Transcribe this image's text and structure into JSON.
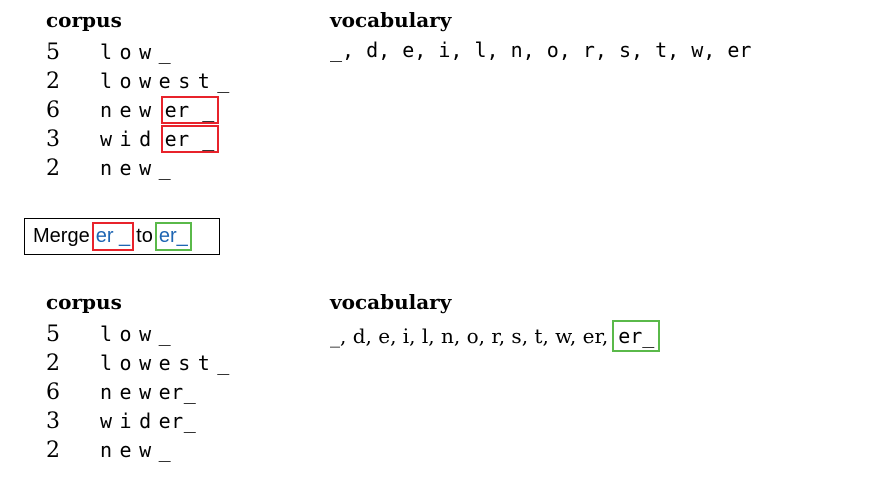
{
  "top": {
    "corpus_header": "corpus",
    "vocab_header": "vocabulary",
    "rows": [
      {
        "count": "5",
        "tokens": [
          "l",
          "o",
          "w",
          "_"
        ]
      },
      {
        "count": "2",
        "tokens": [
          "l",
          "o",
          "w",
          "e",
          "s",
          "t",
          "_"
        ]
      },
      {
        "count": "6",
        "tokens": [
          "n",
          "e",
          "w"
        ],
        "boxed": "er _"
      },
      {
        "count": "3",
        "tokens": [
          "w",
          "i",
          "d"
        ],
        "boxed": "er _"
      },
      {
        "count": "2",
        "tokens": [
          "n",
          "e",
          "w",
          "_"
        ]
      }
    ],
    "vocab": "_, d, e, i, l, n, o, r, s, t, w, er"
  },
  "merge": {
    "word": "Merge",
    "from": "er _",
    "to_word": "to",
    "to": "er_"
  },
  "bottom": {
    "corpus_header": "corpus",
    "vocab_header": "vocabulary",
    "rows": [
      {
        "count": "5",
        "tokens": [
          "l",
          "o",
          "w",
          "_"
        ]
      },
      {
        "count": "2",
        "tokens": [
          "l",
          "o",
          "w",
          "e",
          "s",
          "t",
          "_"
        ]
      },
      {
        "count": "6",
        "tokens": [
          "n",
          "e",
          "w",
          "er_"
        ]
      },
      {
        "count": "3",
        "tokens": [
          "w",
          "i",
          "d",
          "er_"
        ]
      },
      {
        "count": "2",
        "tokens": [
          "n",
          "e",
          "w",
          "_"
        ]
      }
    ],
    "vocab": "_, d, e, i, l, n, o, r, s, t, w, er,",
    "vocab_new": "er_"
  },
  "colors": {
    "red_box": "#e8232b",
    "green_box": "#5ab94a",
    "merge_text": "#1f66b3"
  }
}
